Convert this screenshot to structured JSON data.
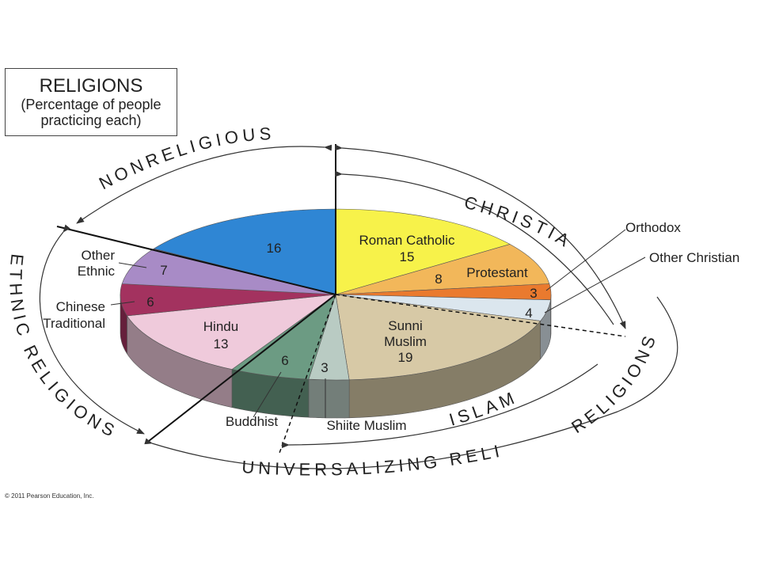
{
  "legend_box": {
    "title": "RELIGIONS",
    "line2": "(Percentage of people",
    "line3": "practicing each)"
  },
  "copyright": "© 2011 Pearson Education, Inc.",
  "arc_labels": {
    "nonreligious": "NONRELIGIOUS",
    "christian": "CHRISTIAN",
    "ethnic_religions": "ETHNIC RELIGIONS",
    "universalizing_religions": "UNIVERSALIZING RELIGIONS",
    "islam": "ISLAM"
  },
  "chart_data": {
    "type": "pie",
    "title": "RELIGIONS",
    "subtitle": "(Percentage of people practicing each)",
    "unit": "percent",
    "slices": [
      {
        "name": "Roman Catholic",
        "value": 15,
        "group": "Christian",
        "color": "#f7f24a"
      },
      {
        "name": "Protestant",
        "value": 8,
        "group": "Christian",
        "color": "#f2b75a"
      },
      {
        "name": "Orthodox",
        "value": 3,
        "group": "Christian",
        "color": "#ea7a2e"
      },
      {
        "name": "Other Christian",
        "value": 4,
        "group": "Christian",
        "color": "#dbe6ee"
      },
      {
        "name": "Sunni Muslim",
        "value": 19,
        "group": "Islam",
        "color": "#d7c9a6"
      },
      {
        "name": "Shiite Muslim",
        "value": 3,
        "group": "Islam",
        "color": "#b9cbc3"
      },
      {
        "name": "Buddhist",
        "value": 6,
        "group": "Universalizing",
        "color": "#6c9b83"
      },
      {
        "name": "Hindu",
        "value": 13,
        "group": "Ethnic",
        "color": "#efcadb"
      },
      {
        "name": "Chinese Traditional",
        "value": 6,
        "group": "Ethnic",
        "color": "#a3325f"
      },
      {
        "name": "Other Ethnic",
        "value": 7,
        "group": "Ethnic",
        "color": "#a88bc6"
      },
      {
        "name": "Nonreligious",
        "value": 16,
        "group": "Nonreligious",
        "color": "#2f86d4"
      }
    ]
  },
  "slice_labels": {
    "roman_catholic": {
      "name": "Roman Catholic",
      "value": "15"
    },
    "protestant": {
      "name": "Protestant",
      "value": "8"
    },
    "orthodox": {
      "name": "Orthodox",
      "value": "3"
    },
    "other_christian": {
      "name": "Other Christian",
      "value": "4"
    },
    "sunni": {
      "name1": "Sunni",
      "name2": "Muslim",
      "value": "19"
    },
    "shiite": {
      "name": "Shiite Muslim",
      "value": "3"
    },
    "buddhist": {
      "name": "Buddhist",
      "value": "6"
    },
    "hindu": {
      "name": "Hindu",
      "value": "13"
    },
    "chinese": {
      "name1": "Chinese",
      "name2": "Traditional",
      "value": "6"
    },
    "other_ethnic": {
      "name1": "Other",
      "name2": "Ethnic",
      "value": "7"
    },
    "nonreligious": {
      "value": "16"
    }
  }
}
